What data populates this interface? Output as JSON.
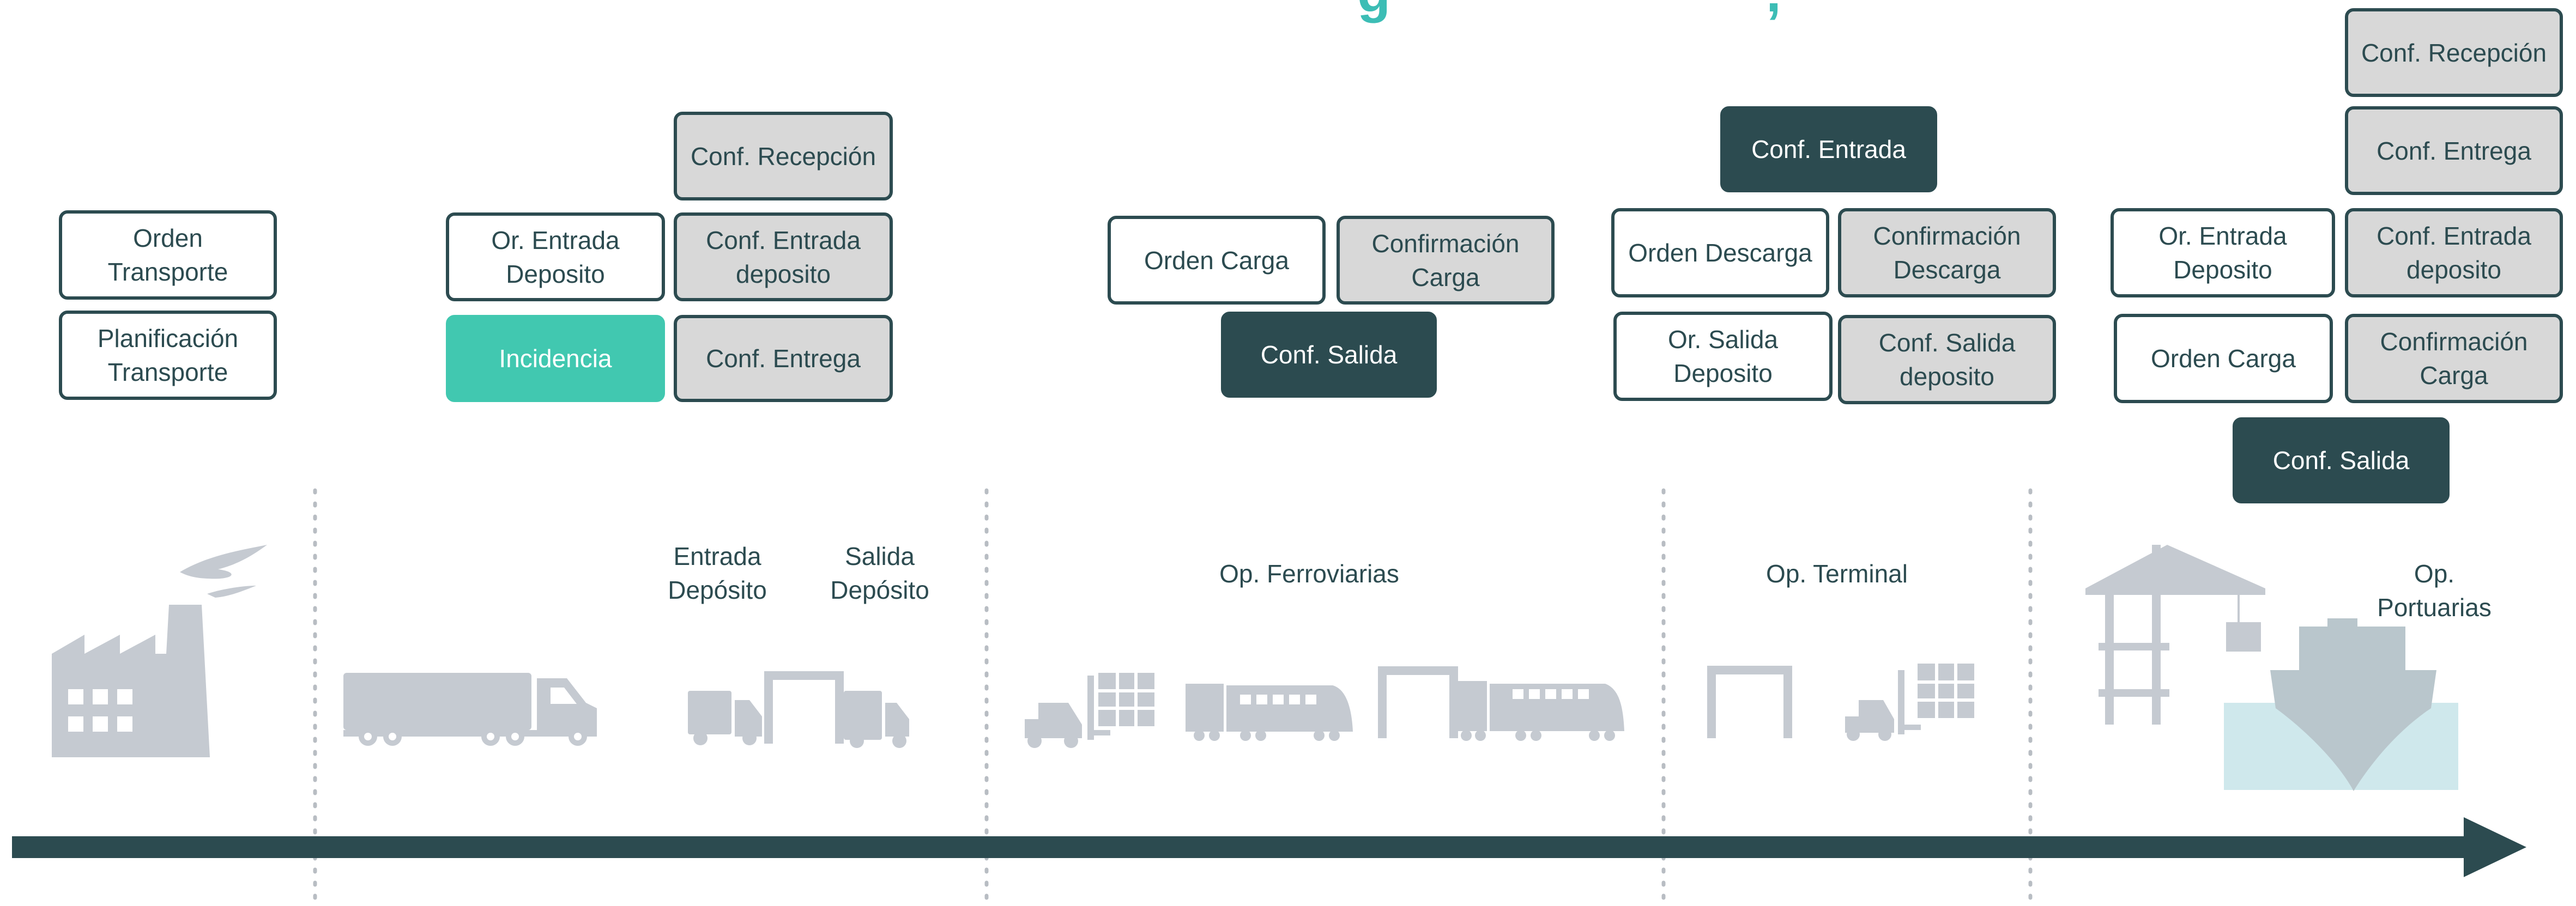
{
  "title_fragments": [
    "g",
    ","
  ],
  "colors": {
    "dark": "#2c4b50",
    "teal": "#41c8b0",
    "gray_fill": "#d8d8d8",
    "icon_gray": "#c5cad1",
    "water": "#cfe8ec",
    "title": "#3cbdb5"
  },
  "columns": {
    "col1": {
      "orden_transporte": "Orden\nTransporte",
      "planificacion_transporte": "Planificación\nTransporte"
    },
    "col2": {
      "or_entrada_deposito": "Or. Entrada\nDeposito",
      "incidencia": "Incidencia",
      "conf_recepcion": "Conf. Recepción",
      "conf_entrada_deposito": "Conf. Entrada\ndeposito",
      "conf_entrega": "Conf. Entrega"
    },
    "col3": {
      "orden_carga": "Orden Carga",
      "confirmacion_carga": "Confirmación\nCarga",
      "conf_salida": "Conf. Salida"
    },
    "col4": {
      "conf_entrada": "Conf. Entrada",
      "orden_descarga": "Orden Descarga",
      "confirmacion_descarga": "Confirmación\nDescarga",
      "or_salida_deposito": "Or. Salida\nDeposito",
      "conf_salida_deposito": "Conf. Salida\ndeposito"
    },
    "col5": {
      "conf_recepcion": "Conf. Recepción",
      "conf_entrega": "Conf. Entrega",
      "or_entrada_deposito": "Or. Entrada\nDeposito",
      "conf_entrada_deposito": "Conf. Entrada\ndeposito",
      "orden_carga": "Orden Carga",
      "confirmacion_carga": "Confirmación\nCarga",
      "conf_salida": "Conf. Salida"
    }
  },
  "stage_labels": {
    "entrada_deposito": "Entrada\nDepósito",
    "salida_deposito": "Salida\nDepósito",
    "op_ferroviarias": "Op. Ferroviarias",
    "op_terminal": "Op. Terminal",
    "op_portuarias": "Op. Portuarias"
  },
  "icons": [
    "factory-icon",
    "truck-icon",
    "small-truck-icon",
    "gate-icon",
    "forklift-icon",
    "container-stack-icon",
    "train-icon",
    "crane-icon",
    "ship-icon",
    "timeline-arrow-icon"
  ]
}
